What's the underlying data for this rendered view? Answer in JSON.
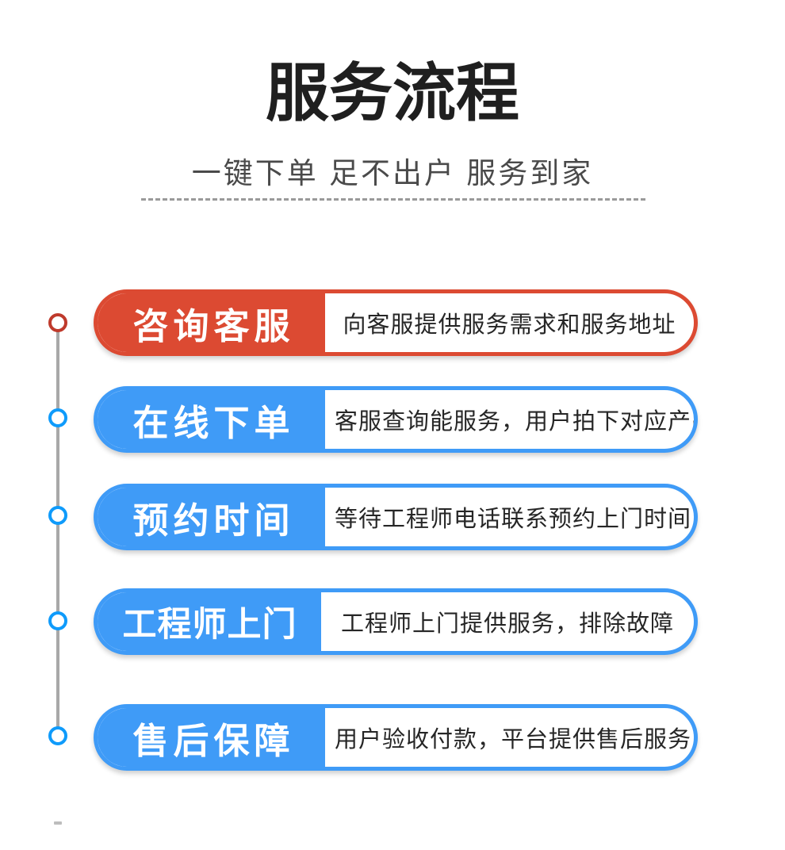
{
  "header": {
    "title": "服务流程",
    "subtitle": "一键下单 足不出户 服务到家"
  },
  "colors": {
    "step_red": "#dc4a32",
    "step_blue": "#3f9bf7",
    "dot_red": "#bf3a2c",
    "dot_blue": "#0f9bfb",
    "timeline_gray": "#a8a8a8",
    "description_text": "#262626",
    "title_text": "#1f1f1f",
    "subtitle_text": "#4a4a4a"
  },
  "steps": [
    {
      "label": "咨询客服",
      "description": "向客服提供服务需求和服务地址",
      "color": "red"
    },
    {
      "label": "在线下单",
      "description": "客服查询能服务，用户拍下对应产品",
      "color": "blue"
    },
    {
      "label": "预约时间",
      "description": "等待工程师电话联系预约上门时间",
      "color": "blue"
    },
    {
      "label": "工程师上门",
      "description": "工程师上门提供服务，排除故障",
      "color": "blue"
    },
    {
      "label": "售后保障",
      "description": "用户验收付款，平台提供售后服务",
      "color": "blue"
    }
  ]
}
